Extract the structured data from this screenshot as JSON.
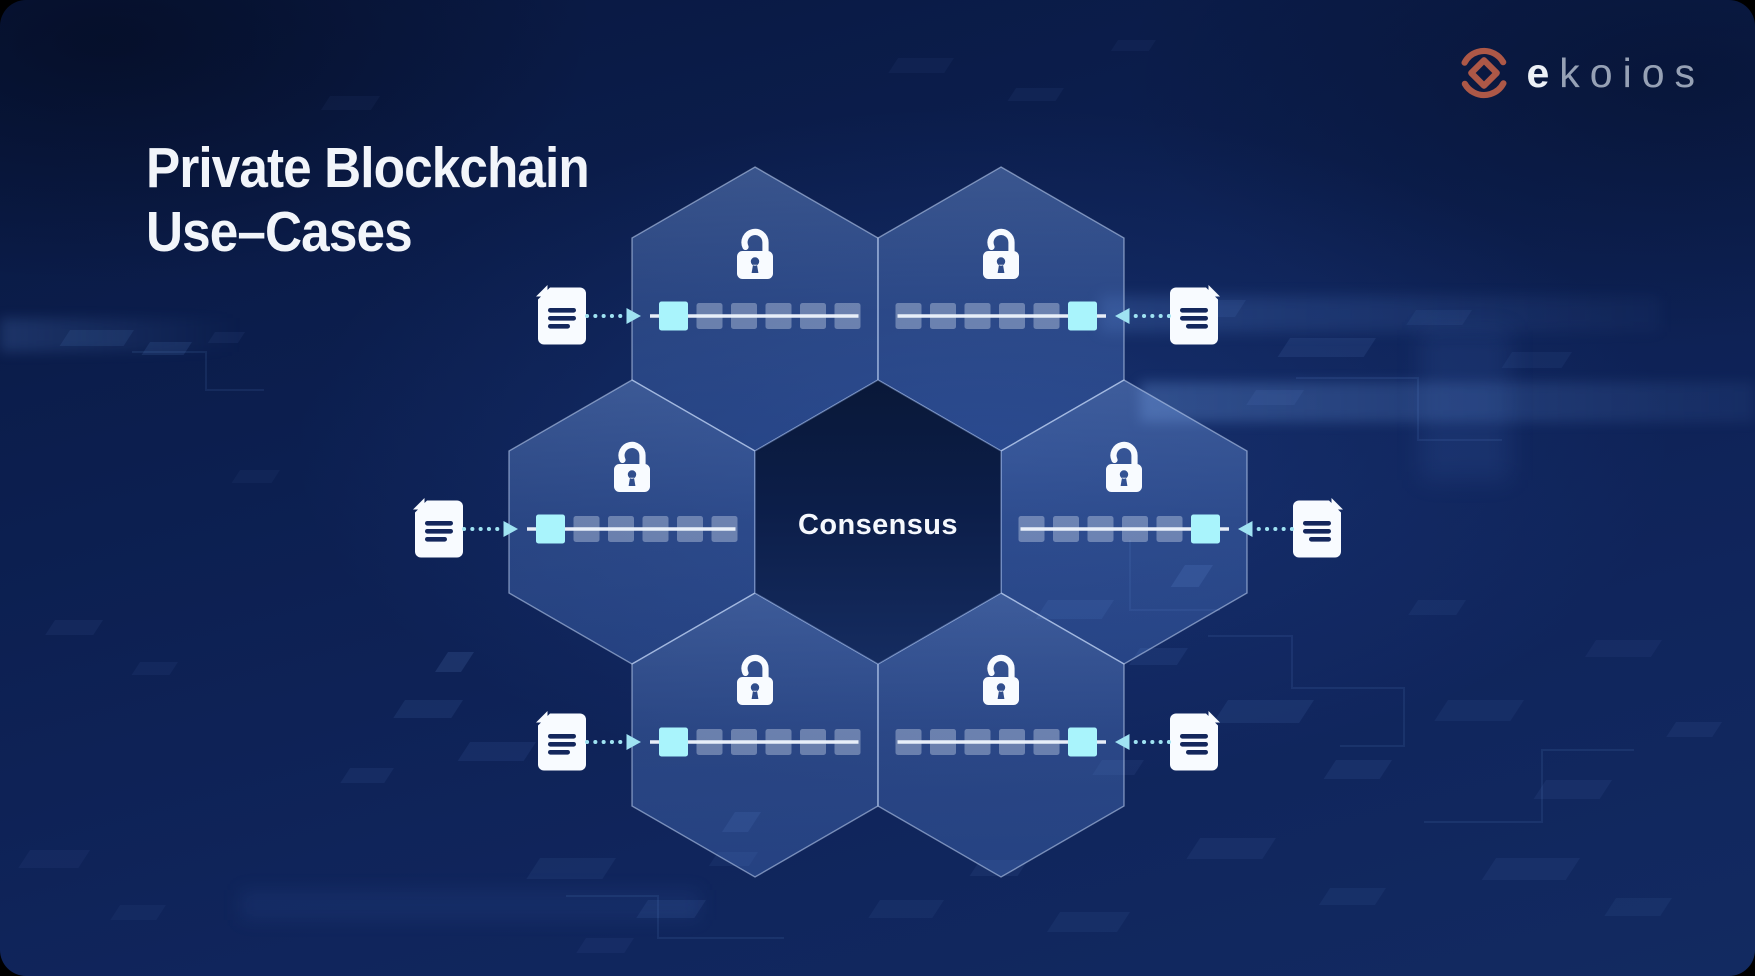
{
  "slide": {
    "title": {
      "line1": "Private Blockchain",
      "line2": "Use–Cases"
    }
  },
  "brand": {
    "name_lead": "e",
    "name_rest": "koios",
    "mark_color": "#ad5847",
    "lead_color": "#edf1f7",
    "rest_color": "#96a1b5"
  },
  "diagram": {
    "center_label": "Consensus",
    "cells": [
      {
        "id": "top-left",
        "side": "left"
      },
      {
        "id": "top-right",
        "side": "right"
      },
      {
        "id": "middle-left",
        "side": "left"
      },
      {
        "id": "middle-right",
        "side": "right"
      },
      {
        "id": "bottom-left",
        "side": "left"
      },
      {
        "id": "bottom-right",
        "side": "right"
      }
    ],
    "cell_contents": {
      "lock_state": "unlocked",
      "blocks_total": 6,
      "highlighted_blocks": 1
    },
    "colors": {
      "highlight_block": "#a9f4fc",
      "chain_block": "#e9f1fc57",
      "chain_line": "#e8eef8",
      "arrow": "#9fe3f2",
      "icon": "#f8fbff",
      "doc_lines": "#14275c",
      "hexagon_stroke": "#c4d7f68c",
      "center_hex_top": "#091838",
      "center_hex_bottom": "#152c60"
    }
  }
}
